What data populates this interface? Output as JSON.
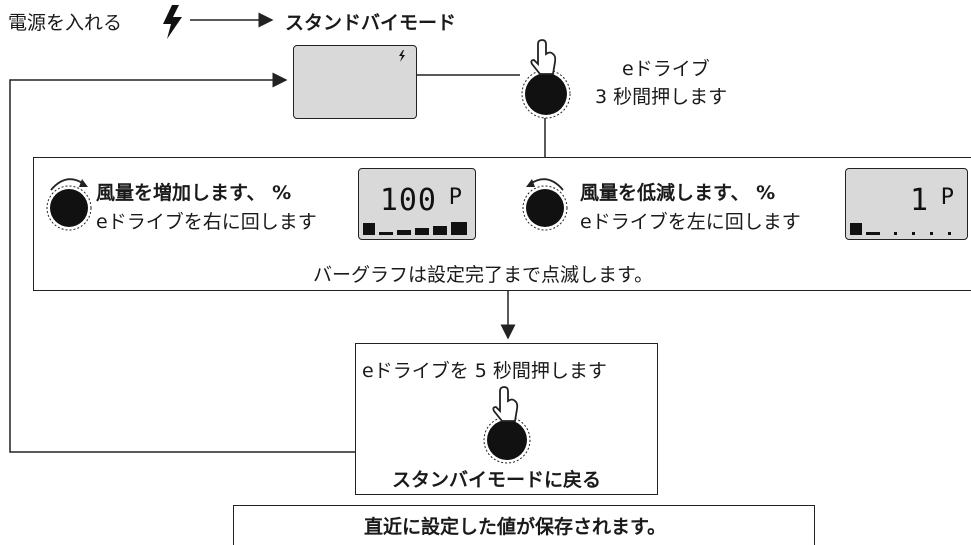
{
  "power_on": "電源を入れる",
  "standby_mode": "スタンドバイモード",
  "edrive_press_3s": {
    "line1": "eドライブ",
    "line2": "3 秒間押します"
  },
  "increase": {
    "title": "風量を増加します、 %",
    "sub": "eドライブを右に回します",
    "display": "100",
    "unit": "P"
  },
  "decrease": {
    "title": "風量を低減します、 %",
    "sub": "eドライブを左に回します",
    "display": "1",
    "unit": "P"
  },
  "bargraph_note": "バーグラフは設定完了まで点滅します。",
  "press_5s": "eドライブを 5 秒間押します",
  "return_standby": "スタンバイモードに戻る",
  "saved_note": "直近に設定した値が保存されます。",
  "icons": [
    "lightning-icon",
    "hand-press-icon",
    "knob-rotate-right-icon",
    "knob-rotate-left-icon",
    "fan-icon"
  ]
}
